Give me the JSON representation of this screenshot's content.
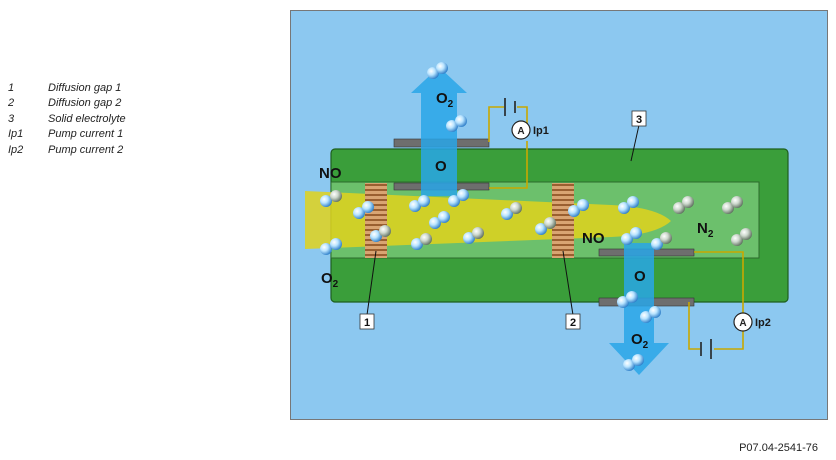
{
  "legend": [
    {
      "key": "1",
      "text": "Diffusion gap 1"
    },
    {
      "key": "2",
      "text": "Diffusion gap 2"
    },
    {
      "key": "3",
      "text": "Solid electrolyte"
    },
    {
      "key": "Ip1",
      "text": "Pump current 1"
    },
    {
      "key": "Ip2",
      "text": "Pump current 2"
    }
  ],
  "diagram": {
    "labels": {
      "no_left": "NO",
      "o2_left": "O",
      "o2_left_sub": "2",
      "o2_top": "O",
      "o2_top_sub": "2",
      "o_top": "O",
      "no_middle": "NO",
      "n2": "N",
      "n2_sub": "2",
      "o_bottom": "O",
      "o2_bottom": "O",
      "o2_bottom_sub": "2"
    },
    "meters": {
      "ip1_symbol": "A",
      "ip1_label": "Ip1",
      "ip2_symbol": "A",
      "ip2_label": "Ip2"
    },
    "callouts": {
      "c1": "1",
      "c2": "2",
      "c3": "3"
    },
    "colors": {
      "background": "#8cc8f0",
      "electrolyte": "#3a9e3a",
      "cavity": "#6cc06c",
      "gas_flow": "#e0d21c",
      "oxygen_arrow": "#29a6e8",
      "gap_hatch": "#b87c4a",
      "electrode": "#6e6e6e",
      "wire": "#c8a800"
    }
  },
  "figure_code": "P07.04-2541-76"
}
